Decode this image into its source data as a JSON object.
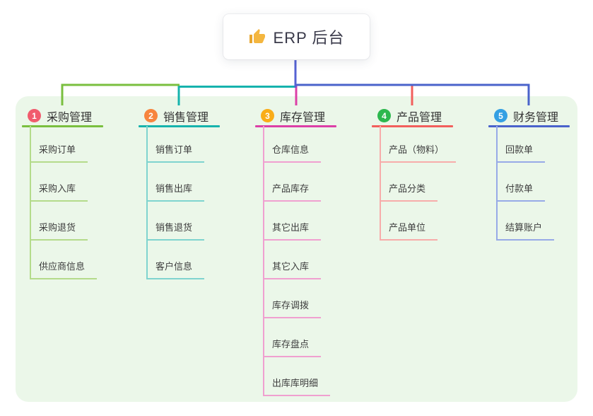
{
  "root": {
    "title": "ERP 后台",
    "icon": "thumbs-up"
  },
  "colors": {
    "page_background": "#ffffff",
    "board_background": "#ebf7e9",
    "root_line": "#5562d3",
    "root_text": "#393949",
    "title_text": "#333333",
    "child_text": "#3e3e3e",
    "thumb_icon": "#f4b63f"
  },
  "branches": [
    {
      "num": "1",
      "title": "采购管理",
      "badge_color": "#f15b6d",
      "line_color": "#7abf3f",
      "child_line_color": "#b4db8b",
      "children": [
        "采购订单",
        "采购入库",
        "采购退货",
        "供应商信息"
      ]
    },
    {
      "num": "2",
      "title": "销售管理",
      "badge_color": "#f7853e",
      "line_color": "#16b3ad",
      "child_line_color": "#7fd4cf",
      "children": [
        "销售订单",
        "销售出库",
        "销售退货",
        "客户信息"
      ]
    },
    {
      "num": "3",
      "title": "库存管理",
      "badge_color": "#f9ad18",
      "line_color": "#dc3fa7",
      "child_line_color": "#f0a0d0",
      "children": [
        "仓库信息",
        "产品库存",
        "其它出库",
        "其它入库",
        "库存调拨",
        "库存盘点",
        "出库库明细"
      ]
    },
    {
      "num": "4",
      "title": "产品管理",
      "badge_color": "#2db84e",
      "line_color": "#f25f5c",
      "child_line_color": "#f7acaa",
      "children": [
        "产品（物料）",
        "产品分类",
        "产品单位"
      ]
    },
    {
      "num": "5",
      "title": "财务管理",
      "badge_color": "#34a0e3",
      "line_color": "#4a63cb",
      "child_line_color": "#97aae7",
      "children": [
        "回款单",
        "付款单",
        "结算账户"
      ]
    }
  ]
}
